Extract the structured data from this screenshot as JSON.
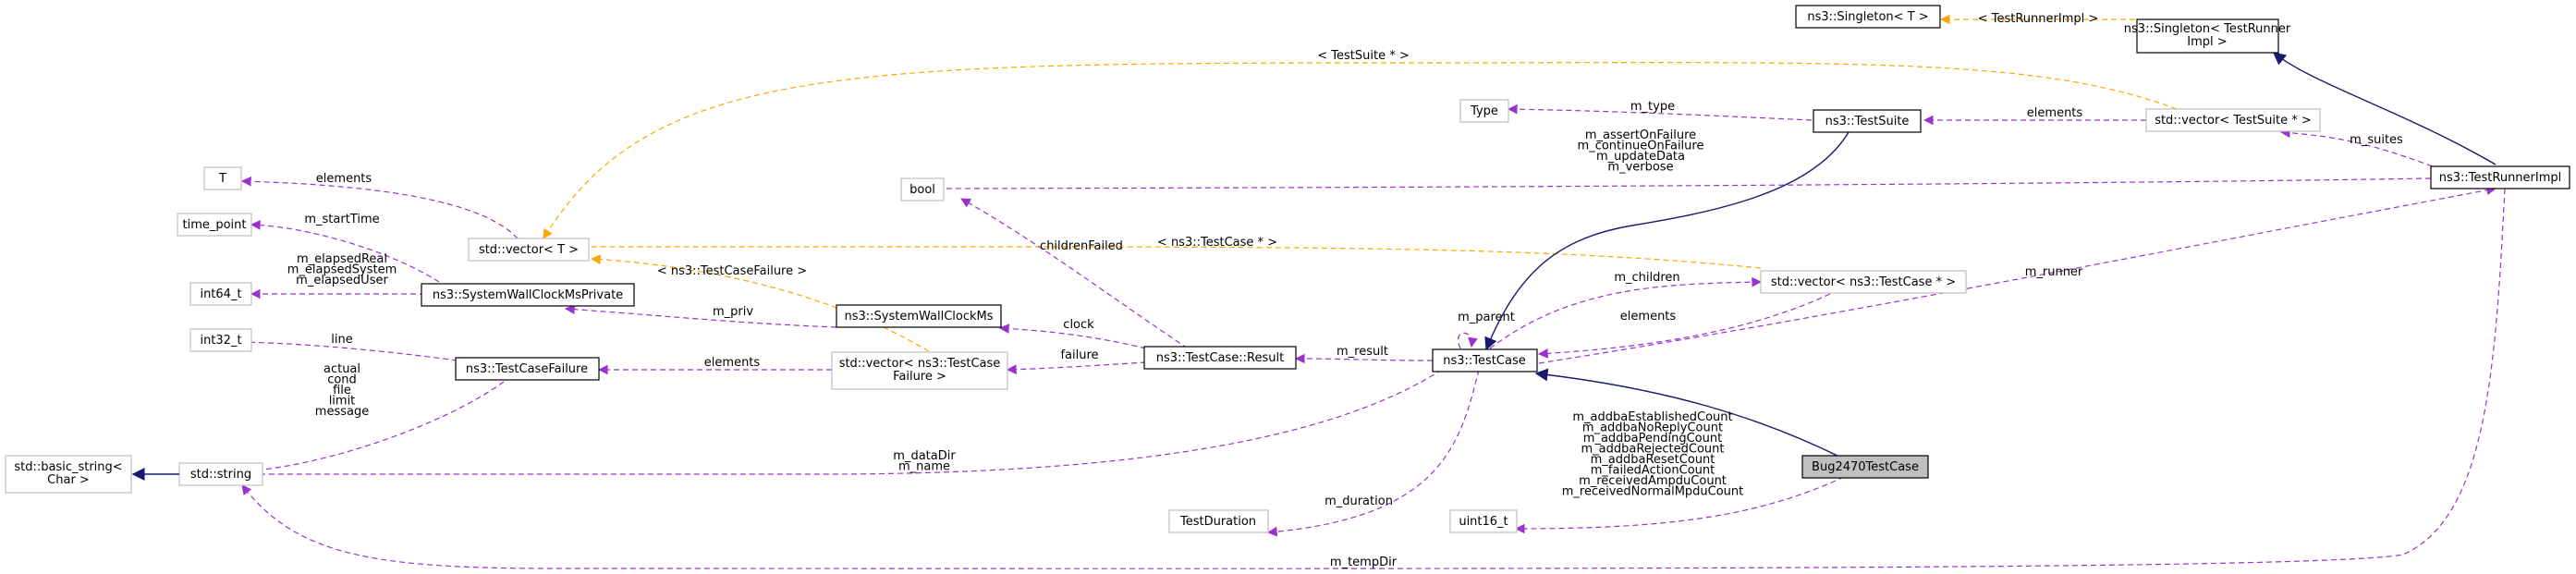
{
  "nodes": {
    "singleton_t": [
      "ns3::Singleton< T >"
    ],
    "singleton_runner": [
      "ns3::Singleton< TestRunner",
      "Impl >"
    ],
    "type": [
      "Type"
    ],
    "testsuite": [
      "ns3::TestSuite"
    ],
    "vector_testsuite": [
      "std::vector< TestSuite * >"
    ],
    "testrunnerimpl": [
      "ns3::TestRunnerImpl"
    ],
    "t": [
      "T"
    ],
    "bool": [
      "bool"
    ],
    "time_point": [
      "time_point"
    ],
    "vector_t": [
      "std::vector< T >"
    ],
    "int64": [
      "int64_t"
    ],
    "syswallprivate": [
      "ns3::SystemWallClockMsPrivate"
    ],
    "syswall": [
      "ns3::SystemWallClockMs"
    ],
    "vector_testcase": [
      "std::vector< ns3::TestCase * >"
    ],
    "int32": [
      "int32_t"
    ],
    "testcasefailure": [
      "ns3::TestCaseFailure"
    ],
    "vector_failure": [
      "std::vector< ns3::TestCase",
      "Failure >"
    ],
    "result": [
      "ns3::TestCase::Result"
    ],
    "testcase": [
      "ns3::TestCase"
    ],
    "basic_string": [
      "std::basic_string<",
      "Char >"
    ],
    "string": [
      "std::string"
    ],
    "bug2470": [
      "Bug2470TestCase"
    ],
    "testduration": [
      "TestDuration"
    ],
    "uint16": [
      "uint16_t"
    ]
  },
  "edge_labels": {
    "runner_singleton": [
      "< TestRunnerImpl >"
    ],
    "testsuite_vector_t": [
      "< TestSuite * >"
    ],
    "type_mtype": [
      "m_type"
    ],
    "suites_elements": [
      "elements"
    ],
    "m_suites": [
      "m_suites"
    ],
    "bool_flags": [
      "m_assertOnFailure",
      "m_continueOnFailure",
      "m_updateData",
      "m_verbose"
    ],
    "t_elements": [
      "elements"
    ],
    "testcase_vector_t": [
      "< ns3::TestCase * >"
    ],
    "children_failed": [
      "childrenFailed"
    ],
    "m_starttime": [
      "m_startTime"
    ],
    "elapsed": [
      "m_elapsedReal",
      "m_elapsedSystem",
      "m_elapsedUser"
    ],
    "failure_vector_t": [
      "< ns3::TestCaseFailure >"
    ],
    "m_priv": [
      "m_priv"
    ],
    "clock": [
      "clock"
    ],
    "m_parent": [
      "m_parent"
    ],
    "m_children": [
      "m_children"
    ],
    "testcase_elements": [
      "elements"
    ],
    "m_runner": [
      "m_runner"
    ],
    "line": [
      "line"
    ],
    "failure_fields": [
      "actual",
      "cond",
      "file",
      "limit",
      "message"
    ],
    "failure_elements": [
      "elements"
    ],
    "failure": [
      "failure"
    ],
    "m_result": [
      "m_result"
    ],
    "datadir_name": [
      "m_dataDir",
      "m_name"
    ],
    "m_duration": [
      "m_duration"
    ],
    "bug_counts": [
      "m_addbaEstablishedCount",
      "m_addbaNoReplyCount",
      "m_addbaPendingCount",
      "m_addbaRejectedCount",
      "m_addbaResetCount",
      "m_failedActionCount",
      "m_receivedAmpduCount",
      "m_receivedNormalMpduCount"
    ],
    "m_tempdir": [
      "m_tempDir"
    ]
  },
  "colors": {
    "member_edge": "#9a32cd",
    "template_edge": "#ffa500",
    "inherit_edge": "#191970",
    "highlight_fill": "#bfbfbf"
  }
}
